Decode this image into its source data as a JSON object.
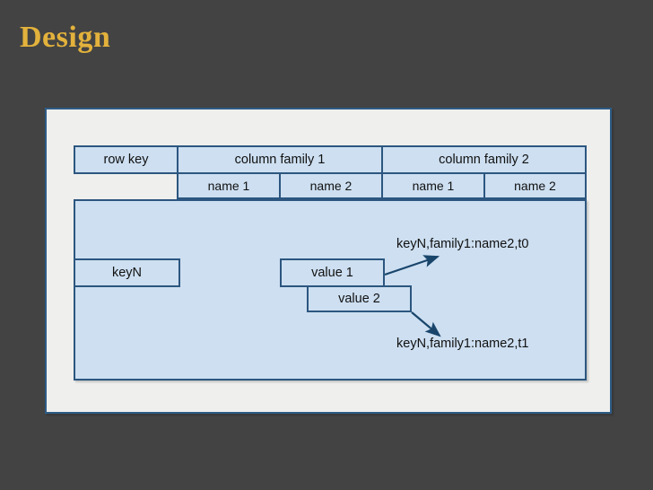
{
  "slide": {
    "title": "Design",
    "background_color": "#434343",
    "title_color": "#e3b23c"
  },
  "diagram": {
    "frame_background": "#efefed",
    "cell_fill": "#cddff1",
    "cell_border": "#2c567f",
    "header": {
      "row_key_label": "row key",
      "column_families": [
        {
          "label": "column family 1",
          "names": [
            "name 1",
            "name 2"
          ]
        },
        {
          "label": "column family 2",
          "names": [
            "name 1",
            "name 2"
          ]
        }
      ]
    },
    "body": {
      "row_key_cell": "keyN",
      "value_cells": [
        "value 1",
        "value 2"
      ],
      "annotations": [
        {
          "name": "annotation-t0",
          "text": "keyN,family1:name2,t0"
        },
        {
          "name": "annotation-t1",
          "text": "keyN,family1:name2,t1"
        }
      ]
    }
  }
}
